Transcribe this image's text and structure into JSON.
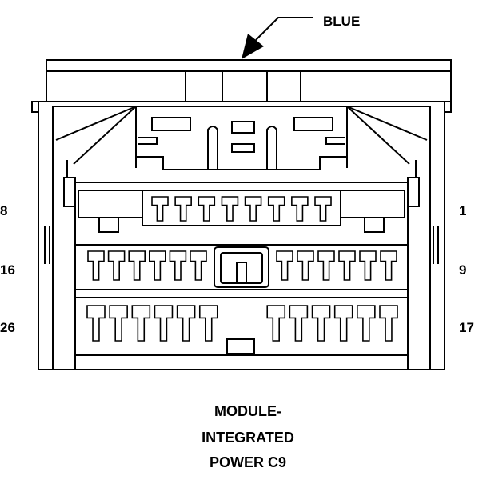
{
  "callout": {
    "color_label": "BLUE"
  },
  "pin_labels": {
    "row1_left": "8",
    "row1_right": "1",
    "row2_left": "16",
    "row2_right": "9",
    "row3_left": "26",
    "row3_right": "17"
  },
  "title": {
    "line1": "MODULE-",
    "line2": "INTEGRATED",
    "line3": "POWER C9"
  },
  "colors": {
    "ink": "#000000",
    "background": "#ffffff"
  }
}
